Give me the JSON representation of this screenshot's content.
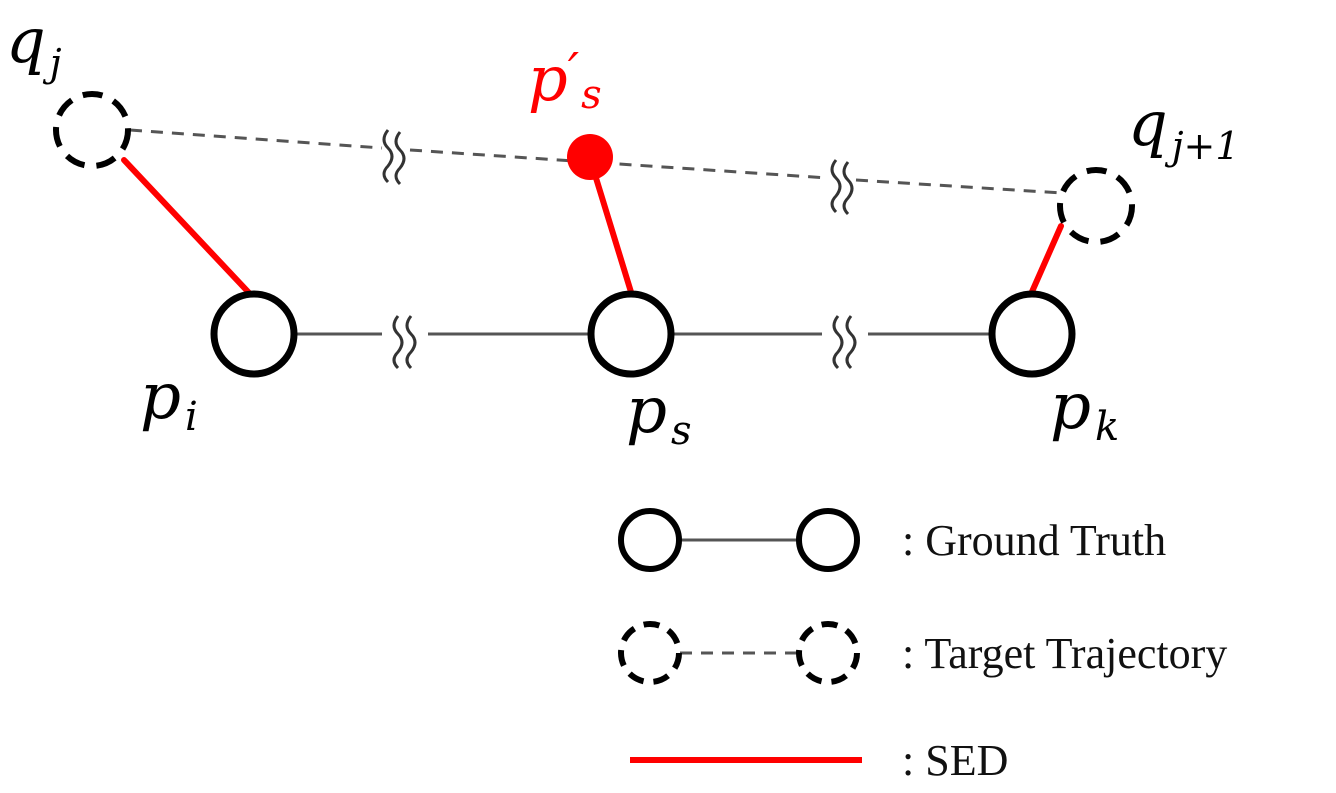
{
  "colors": {
    "ink": "#000000",
    "accent": "#ff0000",
    "gray_line": "#555555"
  },
  "labels": {
    "qj": {
      "base": "q",
      "sub": "j"
    },
    "qj1": {
      "base": "q",
      "sub": "j+1"
    },
    "ps_prime": {
      "base": "p",
      "mark": "′",
      "sub": "s"
    },
    "pi": {
      "base": "p",
      "sub": "i"
    },
    "ps": {
      "base": "p",
      "sub": "s"
    },
    "pk": {
      "base": "p",
      "sub": "k"
    }
  },
  "legend": {
    "ground_truth": ": Ground Truth",
    "target_trajectory": ": Target Trajectory",
    "sed": ": SED"
  }
}
